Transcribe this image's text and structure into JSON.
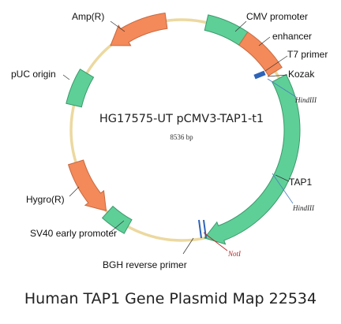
{
  "plasmid": {
    "name": "HG17575-UT pCMV3-TAP1-t1",
    "size": "8536 bp"
  },
  "features": [
    {
      "key": "cmv_promoter",
      "label": "CMV promoter",
      "color": "#5fcf98"
    },
    {
      "key": "enhancer",
      "label": "enhancer",
      "color": "#f4895a"
    },
    {
      "key": "t7_primer",
      "label": "T7 primer",
      "color": "#2e63b8"
    },
    {
      "key": "kozak",
      "label": "Kozak",
      "color": "#2e63b8"
    },
    {
      "key": "tap1",
      "label": "TAP1",
      "color": "#5fcf98"
    },
    {
      "key": "bgh_reverse_primer",
      "label": "BGH reverse primer",
      "color": "#2e63b8"
    },
    {
      "key": "sv40_early_promoter",
      "label": "SV40 early promoter",
      "color": "#5fcf98"
    },
    {
      "key": "hygro_r",
      "label": "Hygro(R)",
      "color": "#f4895a"
    },
    {
      "key": "puc_origin",
      "label": "pUC origin",
      "color": "#5fcf98"
    },
    {
      "key": "amp_r",
      "label": "Amp(R)",
      "color": "#f4895a"
    }
  ],
  "sites": {
    "hindiii_1": "HindIII",
    "hindiii_2": "HindIII",
    "noti": "NotI"
  },
  "colors": {
    "backbone": "#ecd9a0",
    "site_marker": "#2e63b8",
    "noti_text": "#b22222",
    "site_line": "#4a7fc0"
  },
  "caption": "Human TAP1 Gene Plasmid Map 22534"
}
